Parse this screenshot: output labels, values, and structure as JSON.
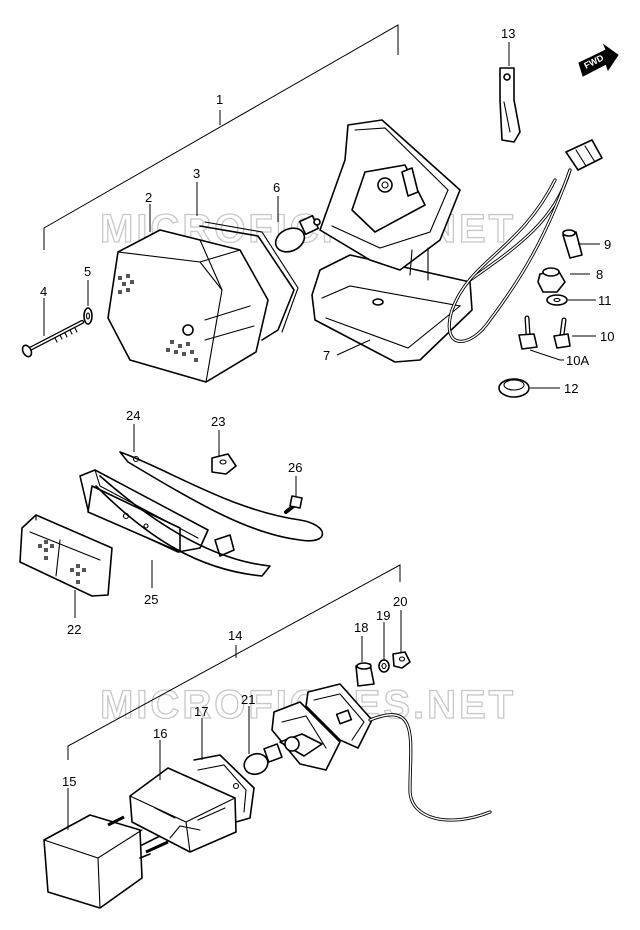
{
  "watermark": "MICROFICHES.NET",
  "fwd_label": "FWD",
  "callouts": [
    {
      "id": "c1",
      "text": "1"
    },
    {
      "id": "c2",
      "text": "2"
    },
    {
      "id": "c3",
      "text": "3"
    },
    {
      "id": "c4",
      "text": "4"
    },
    {
      "id": "c5",
      "text": "5"
    },
    {
      "id": "c6",
      "text": "6"
    },
    {
      "id": "c7",
      "text": "7"
    },
    {
      "id": "c8",
      "text": "8"
    },
    {
      "id": "c9",
      "text": "9"
    },
    {
      "id": "c10",
      "text": "10"
    },
    {
      "id": "c10a",
      "text": "10A"
    },
    {
      "id": "c11",
      "text": "11"
    },
    {
      "id": "c12",
      "text": "12"
    },
    {
      "id": "c13",
      "text": "13"
    },
    {
      "id": "c14",
      "text": "14"
    },
    {
      "id": "c15",
      "text": "15"
    },
    {
      "id": "c16",
      "text": "16"
    },
    {
      "id": "c17",
      "text": "17"
    },
    {
      "id": "c18",
      "text": "18"
    },
    {
      "id": "c19",
      "text": "19"
    },
    {
      "id": "c20",
      "text": "20"
    },
    {
      "id": "c21",
      "text": "21"
    },
    {
      "id": "c22",
      "text": "22"
    },
    {
      "id": "c23",
      "text": "23"
    },
    {
      "id": "c24",
      "text": "24"
    },
    {
      "id": "c25",
      "text": "25"
    },
    {
      "id": "c26",
      "text": "26"
    }
  ]
}
